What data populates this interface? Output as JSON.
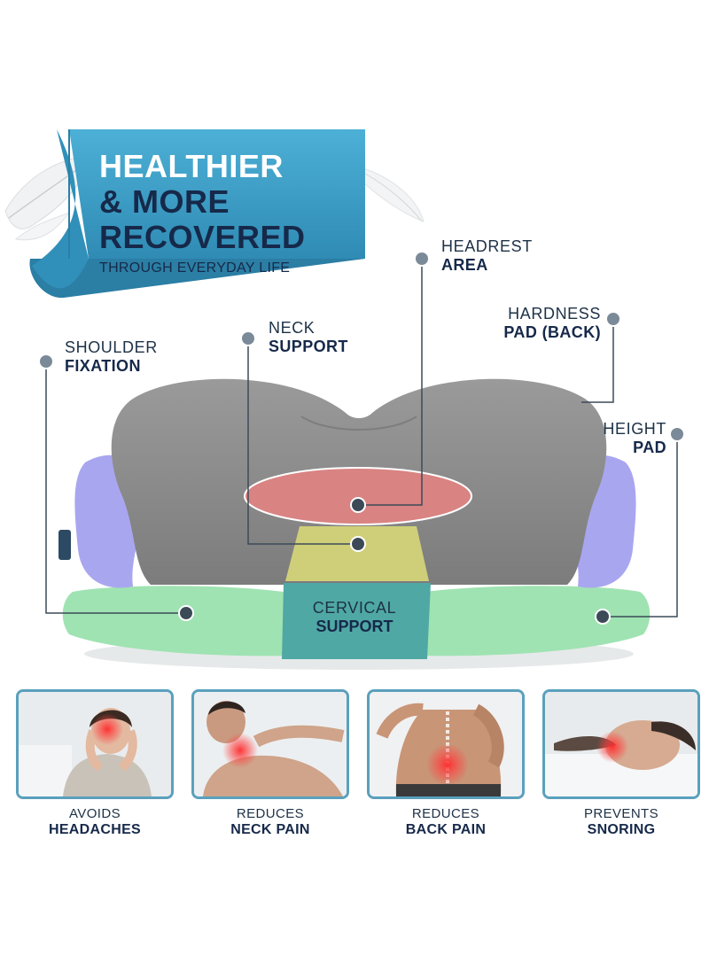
{
  "banner": {
    "line1": "HEALTHIER",
    "line2": "& MORE",
    "line3": "RECOVERED",
    "subtitle": "THROUGH EVERYDAY LIFE"
  },
  "callouts": {
    "headrest": {
      "line1": "HEADREST",
      "line2": "AREA"
    },
    "hardness": {
      "line1": "HARDNESS",
      "line2": "PAD (BACK)"
    },
    "neck": {
      "line1": "NECK",
      "line2": "SUPPORT"
    },
    "shoulder": {
      "line1": "SHOULDER",
      "line2": "FIXATION"
    },
    "height": {
      "line1": "HEIGHT",
      "line2": "PAD"
    },
    "cervical": {
      "line1": "CERVICAL",
      "line2": "SUPPORT"
    }
  },
  "benefits": [
    {
      "line1": "AVOIDS",
      "line2": "HEADACHES"
    },
    {
      "line1": "REDUCES",
      "line2": "NECK PAIN"
    },
    {
      "line1": "REDUCES",
      "line2": "BACK PAIN"
    },
    {
      "line1": "PREVENTS",
      "line2": "SNORING"
    }
  ],
  "colors": {
    "banner_blue": "#3a9bc4",
    "navy_text": "#16294a",
    "pillow_gray": "#8e8e8e",
    "headrest_red": "#d98383",
    "neck_yellow": "#cfcf7a",
    "cervical_teal": "#4fa8a4",
    "shoulder_green": "#9fe3b2",
    "height_purple": "#a9a6f0",
    "card_border": "#5aa0bd"
  },
  "icons": [
    "feather-icon",
    "pain-glow-icon"
  ]
}
